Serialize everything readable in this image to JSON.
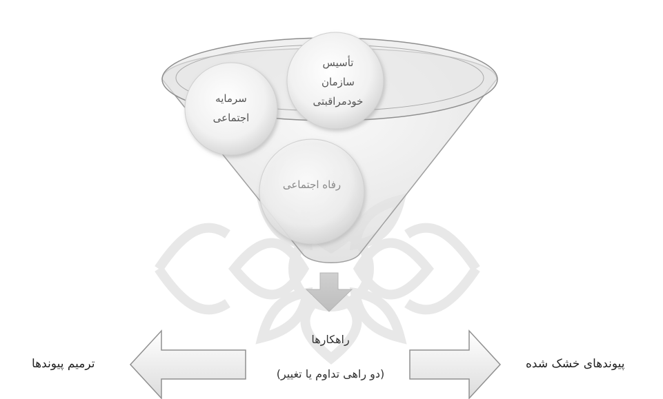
{
  "funnel": {
    "circles": {
      "social_capital": [
        "سرمایه",
        "اجتماعی"
      ],
      "self_care_org": [
        "تأسیس",
        "سازمان",
        "خودمراقبتی"
      ],
      "social_welfare": "رفاه اجتماعی"
    }
  },
  "strategies": {
    "title": "راهکارها",
    "subtitle": "(دو راهی تداوم یا تغییر)"
  },
  "left_label": "ترمیم پیوندها",
  "right_label": "پیوندهای خشک شده"
}
